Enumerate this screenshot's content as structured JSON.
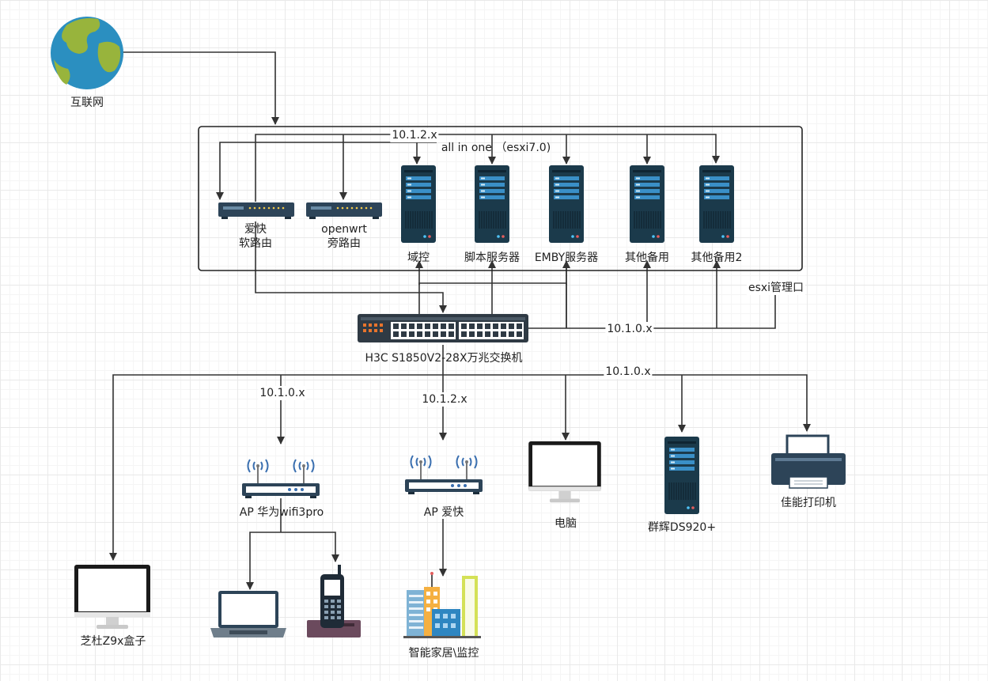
{
  "colors": {
    "line": "#333333",
    "server": "#1b3a4b",
    "server_stripe": "#3a8fc7",
    "router": "#2d4458",
    "globe_sea": "#2b8fc0",
    "globe_land": "#98b43c"
  },
  "internet": {
    "label": "互联网",
    "icon": "globe-icon"
  },
  "esxi_box": {
    "title": "all in one （esxi7.0)",
    "top_network": "10.1.2.x"
  },
  "routers": [
    {
      "line1": "爱快",
      "line2": "软路由",
      "icon": "router-icon"
    },
    {
      "line1": "openwrt",
      "line2": "旁路由",
      "icon": "router-icon"
    }
  ],
  "vms": [
    "域控",
    "脚本服务器",
    "EMBY服务器",
    "其他备用",
    "其他备用2"
  ],
  "esxi_mgmt_label": "esxi管理口",
  "switch": {
    "label": "H3C S1850V2-28X万兆交换机",
    "right_network": "10.1.0.x",
    "icon": "switch-icon"
  },
  "bus_network": "10.1.0.x",
  "ap_networks": [
    "10.1.0.x",
    "10.1.2.x"
  ],
  "devices": {
    "tv_box": "芝杜Z9x盒子",
    "ap1": "AP 华为wifi3pro",
    "ap2": "AP 爱快",
    "pc": "电脑",
    "nas": "群辉DS920+",
    "printer": "佳能打印机",
    "smart_home": "智能家居\\监控"
  }
}
